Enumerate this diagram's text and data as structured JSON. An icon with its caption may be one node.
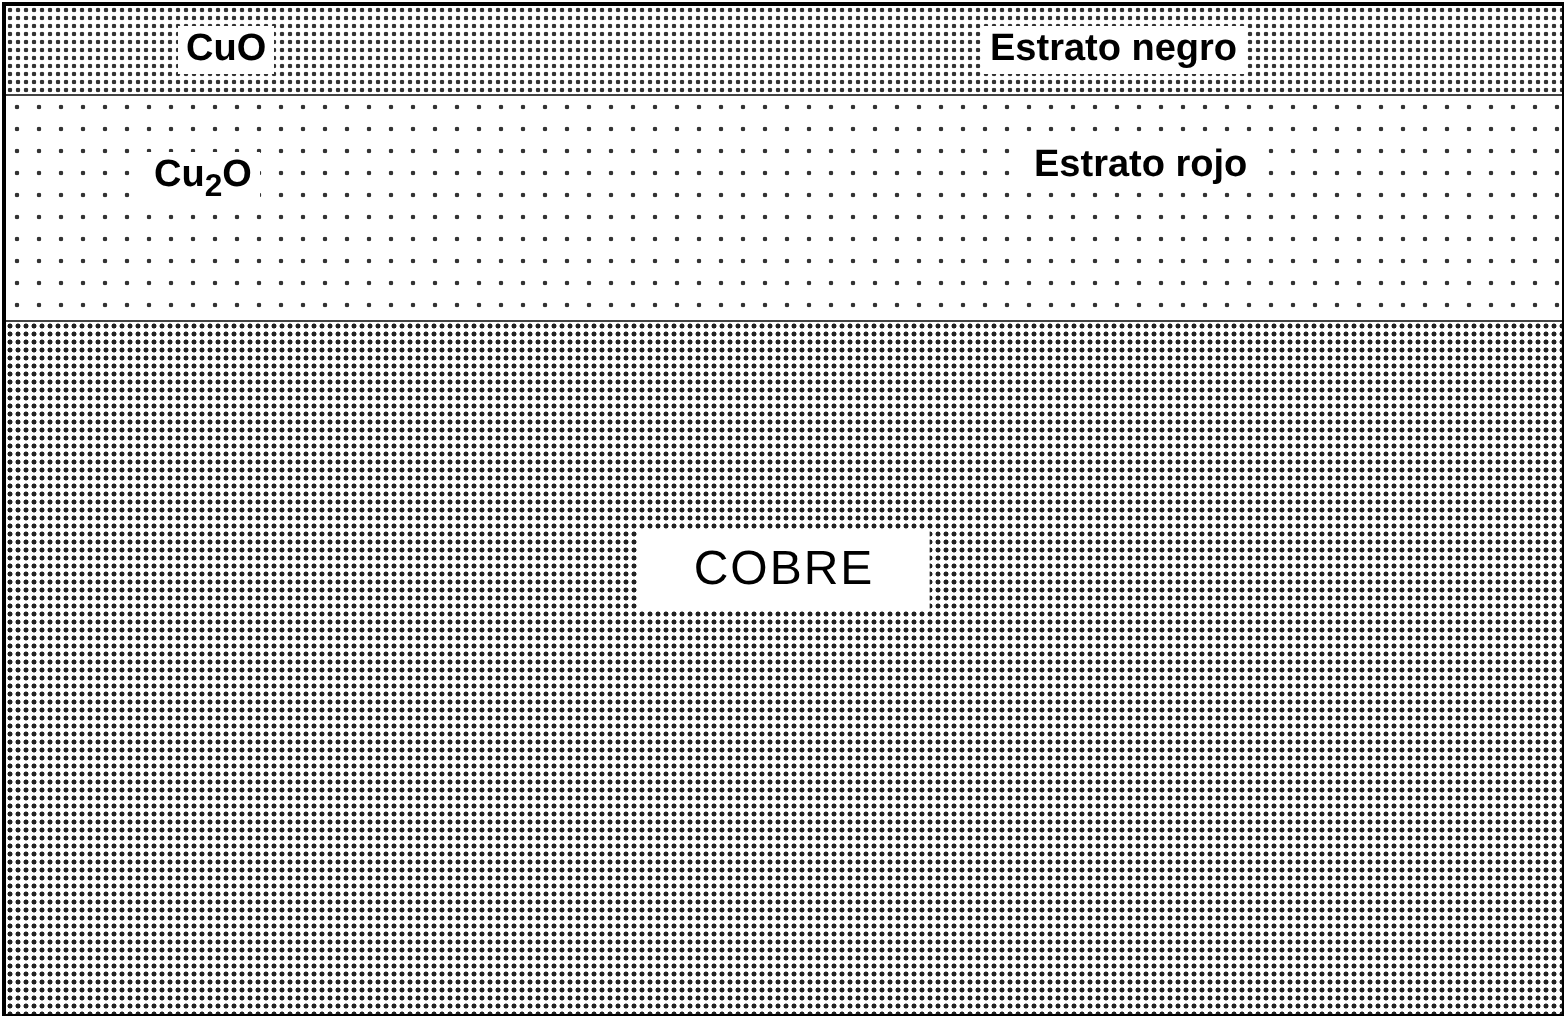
{
  "diagram": {
    "nodes": [
      {
        "text": [
          "CuO",
          "Estrato negro"
        ]
      },
      {
        "text": [
          "Cu$_{2}$O",
          "Estrato rojo"
        ]
      },
      {
        "text": [
          "COBRE"
        ]
      }
    ]
  }
}
